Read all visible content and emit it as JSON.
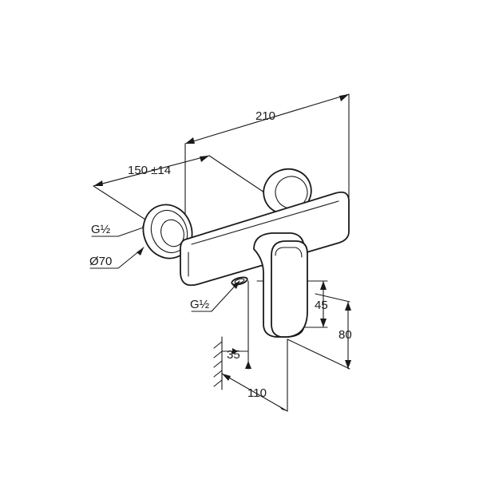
{
  "dimensions": {
    "overall_width": "210",
    "wall_spacing": "150 ±14",
    "inlet_thread": "G½",
    "escutcheon_diameter": "Ø70",
    "outlet_thread": "G½",
    "outlet_height": "45",
    "lever_height": "80",
    "outlet_offset": "35",
    "projection": "110"
  }
}
